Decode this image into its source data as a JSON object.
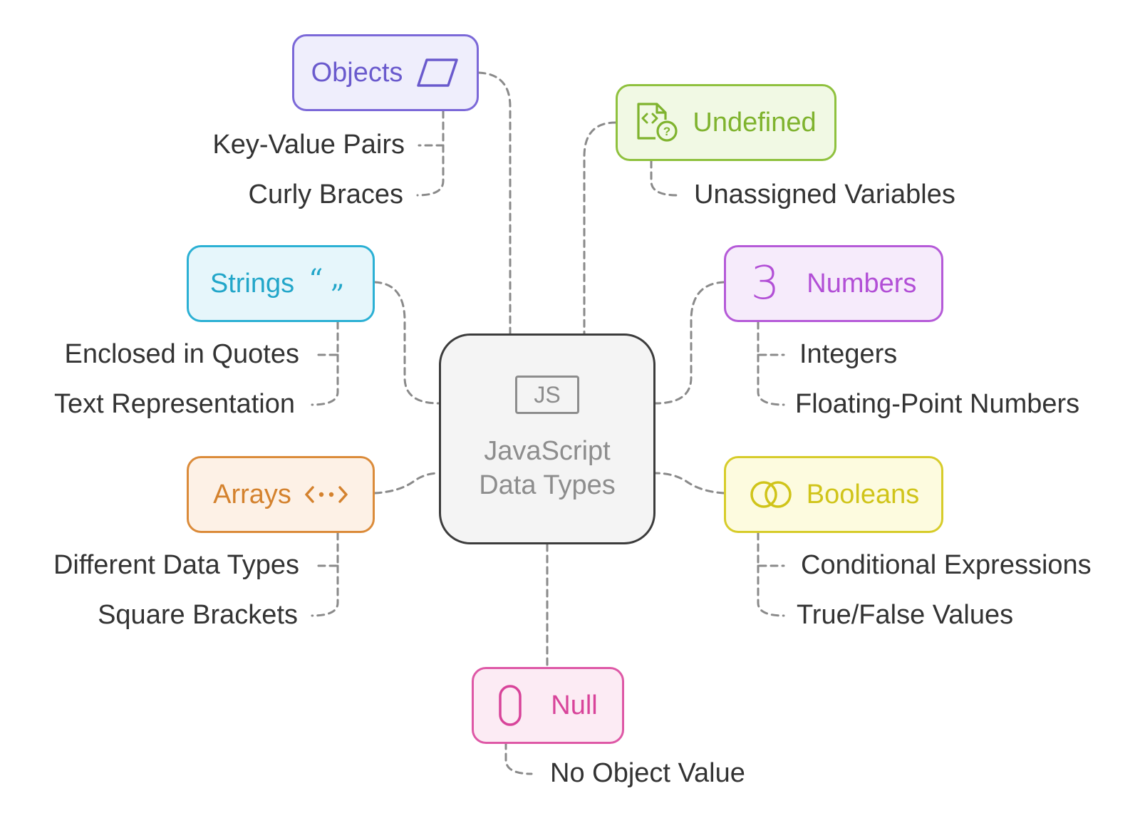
{
  "center": {
    "icon_text": "JS",
    "title_line1": "JavaScript",
    "title_line2": "Data Types"
  },
  "nodes": {
    "objects": {
      "label": "Objects",
      "color": "#6a5acd",
      "fill": "#efeefc",
      "items": [
        "Key-Value Pairs",
        "Curly Braces"
      ],
      "icon": "parallelogram-icon"
    },
    "undefined": {
      "label": "Undefined",
      "color": "#7fb32e",
      "fill": "#f1f9e4",
      "items": [
        "Unassigned Variables"
      ],
      "icon": "code-file-question-icon"
    },
    "strings": {
      "label": "Strings",
      "color": "#22a6c9",
      "fill": "#e6f6fb",
      "items": [
        "Enclosed in Quotes",
        "Text Representation"
      ],
      "icon": "quotes-icon"
    },
    "numbers": {
      "label": "Numbers",
      "color": "#b24fd6",
      "fill": "#f6ebfb",
      "items": [
        "Integers",
        "Floating-Point Numbers"
      ],
      "icon": "number-three-icon",
      "icon_text": "3"
    },
    "arrays": {
      "label": "Arrays",
      "color": "#d4822e",
      "fill": "#fdf1e6",
      "items": [
        "Different Data Types",
        "Square Brackets"
      ],
      "icon": "arrows-dots-icon"
    },
    "booleans": {
      "label": "Booleans",
      "color": "#d0c419",
      "fill": "#fdfbdf",
      "items": [
        "Conditional Expressions",
        "True/False Values"
      ],
      "icon": "interlocked-rings-icon"
    },
    "null": {
      "label": "Null",
      "color": "#d8449a",
      "fill": "#fcebf4",
      "items": [
        "No Object Value"
      ],
      "icon": "zero-icon",
      "icon_text": "0"
    }
  }
}
